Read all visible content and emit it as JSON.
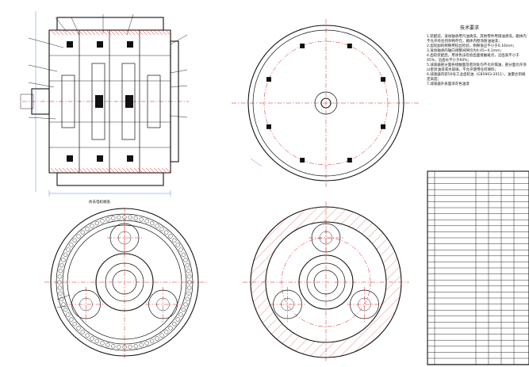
{
  "technical_requirements": {
    "title": "技术要求",
    "items": [
      "1.装配前，滚动轴承用汽油清洗，其他零件用煤油清洗，箱体内不允许有任何杂物存在，箱体内壁涂耐油油漆；",
      "2.齿轮副的侧隙用铅丝检验，侧隙值应不小于0.16mm；",
      "3.滚动轴承的轴向调整间隙均为0.05~0.1mm；",
      "4.齿轮装配后，用涂色法检验齿面接触斑点，沿齿高不小于45%，沿齿长不小于60%；",
      "5.减速器剖分面各接触面及密封处均不允许漏油，剖分面允许涂以密封油漆或水玻璃，不允许使用任何填料；",
      "6.减速器内装50号工业齿轮油（GB5903-2011），油量达到规定高度；",
      "7.减速器外表面涂灰色油漆"
    ]
  },
  "section_view_label": "拆去电机端盖",
  "drawing_colors": {
    "outline": "#111111",
    "centerline": "#d61f1f",
    "dimension": "#2b6fd6",
    "hatching": "#d61f1f"
  }
}
